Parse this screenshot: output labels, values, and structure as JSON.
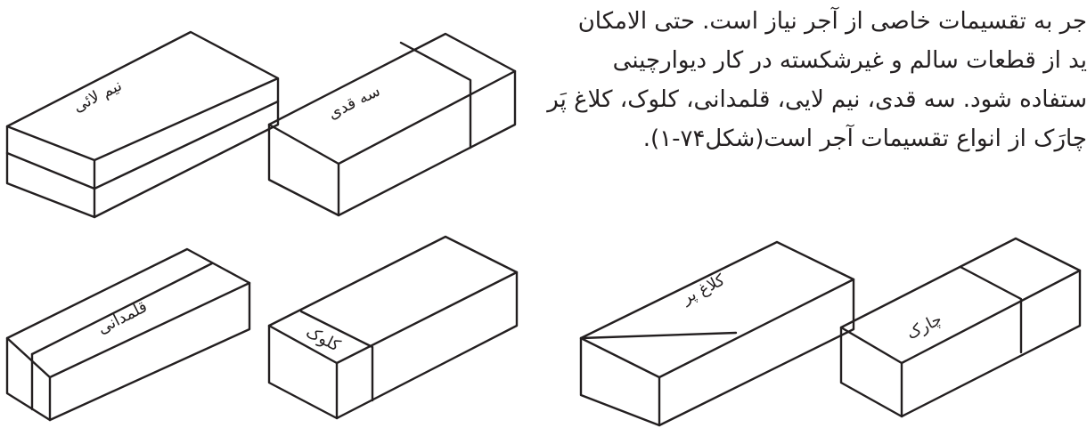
{
  "paragraph": {
    "lines": [
      "جر به تقسیمات خاصی از آجر نیاز است. حتی الامکان",
      "ید از قطعات سالم و غیرشکسته در کار دیوارچینی",
      "ستفاده شود. سه قدی، نیم لایی، قلمدانی، کلوک، کلاغ پَر",
      "چارَک از انواع تقسیمات آجر است(شکل۷۴-۱)."
    ]
  },
  "bricks": {
    "nim_laei": "نیم لائی",
    "se_ghadi": "سه قدی",
    "ghalamdani": "قلمدانی",
    "kolok": "کلوک",
    "kalagh_par": "کلاغ پر",
    "charak": "چارک"
  },
  "colors": {
    "ink": "#231f20",
    "paper": "#ffffff"
  }
}
